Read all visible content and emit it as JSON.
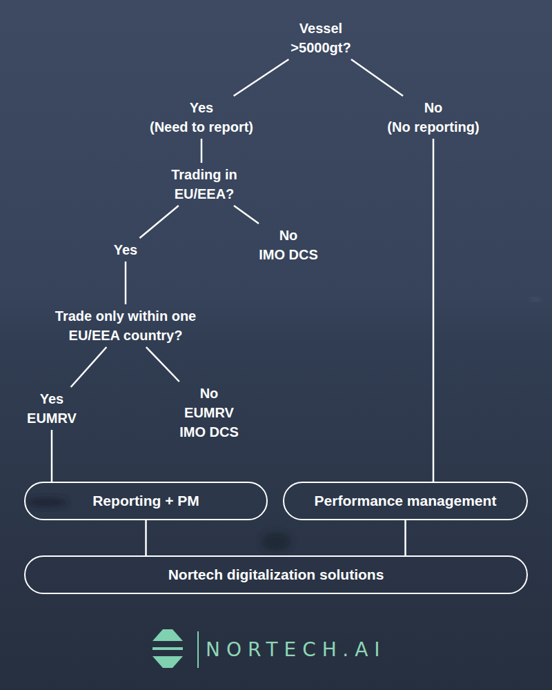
{
  "diagram": {
    "nodes": [
      {
        "text": [
          "Vessel >5000gt?"
        ]
      },
      {
        "text": [
          "Yes",
          "(Need to report)"
        ]
      },
      {
        "text": [
          "No",
          "(No reporting)"
        ]
      },
      {
        "text": [
          "Trading in EU/EEA?"
        ]
      },
      {
        "text": [
          "Yes"
        ]
      },
      {
        "text": [
          "No",
          "IMO DCS"
        ]
      },
      {
        "text": [
          "Trade only within one EU/EEA country?"
        ]
      },
      {
        "text": [
          "Yes",
          "EUMRV"
        ]
      },
      {
        "text": [
          "No",
          "EUMRV IMO DCS"
        ]
      },
      {
        "text": [
          "Reporting + PM"
        ]
      },
      {
        "text": [
          "Performance management"
        ]
      },
      {
        "text": [
          "Nortech digitalization solutions"
        ]
      }
    ],
    "edges": [
      {
        "from": 0,
        "to": 1,
        "arrow": "none"
      },
      {
        "from": 0,
        "to": 2,
        "arrow": "none"
      },
      {
        "from": 1,
        "to": 3,
        "arrow": "none"
      },
      {
        "from": 3,
        "to": 4,
        "arrow": "none"
      },
      {
        "from": 3,
        "to": 5,
        "arrow": "none"
      },
      {
        "from": 4,
        "to": 6,
        "arrow": "none"
      },
      {
        "from": 6,
        "to": 7,
        "arrow": "none"
      },
      {
        "from": 6,
        "to": 8,
        "arrow": "none"
      },
      {
        "from": 7,
        "to": 9,
        "arrow": "none"
      },
      {
        "from": 2,
        "to": 10,
        "arrow": "none"
      },
      {
        "from": 9,
        "to": 11,
        "arrow": "none"
      },
      {
        "from": 10,
        "to": 11,
        "arrow": "none"
      }
    ],
    "labels": [
      "NORTECH.AI"
    ]
  }
}
